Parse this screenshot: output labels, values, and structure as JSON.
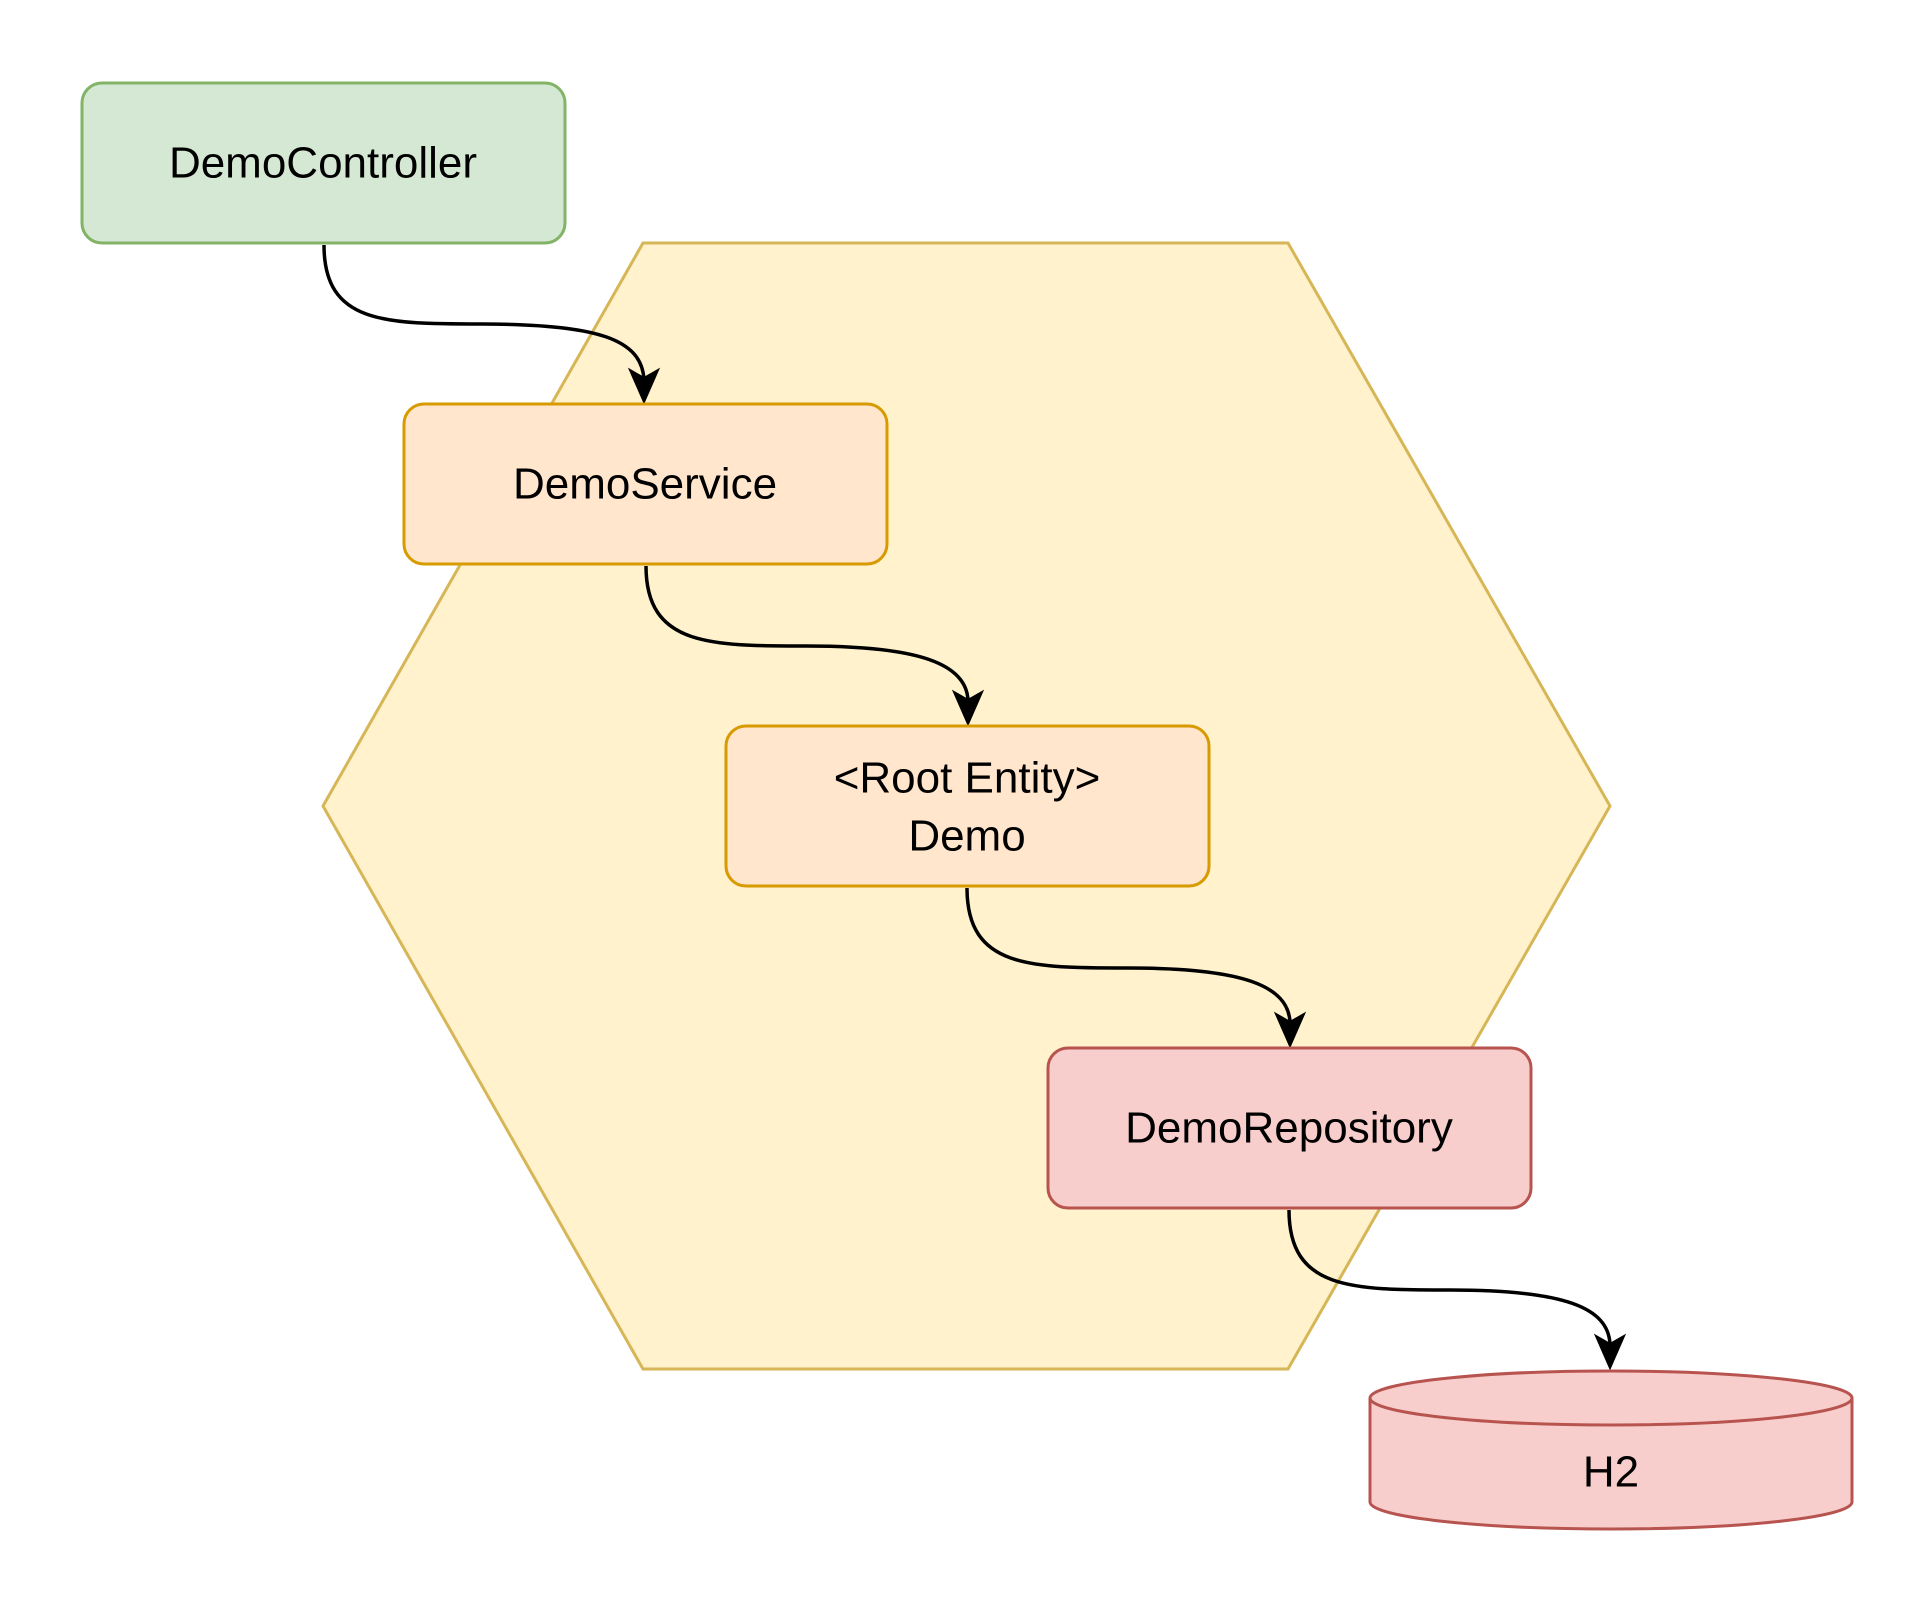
{
  "diagram": {
    "hexagon": {
      "fill": "#fff2cc",
      "stroke": "#d6b656"
    },
    "nodes": {
      "controller": {
        "label": "DemoController",
        "fill": "#d5e8d4",
        "stroke": "#82b366"
      },
      "service": {
        "label": "DemoService",
        "fill": "#ffe6cc",
        "stroke": "#d79b00"
      },
      "entity": {
        "label_line1": "<Root Entity>",
        "label_line2": "Demo",
        "fill": "#ffe6cc",
        "stroke": "#d79b00"
      },
      "repository": {
        "label": "DemoRepository",
        "fill": "#f8cecc",
        "stroke": "#b85450"
      },
      "database": {
        "label": "H2",
        "fill": "#f8cecc",
        "stroke": "#b85450"
      }
    },
    "edges": [
      {
        "from": "DemoController",
        "to": "DemoService"
      },
      {
        "from": "DemoService",
        "to": "<Root Entity> Demo"
      },
      {
        "from": "Demo",
        "to": "DemoRepository"
      },
      {
        "from": "DemoRepository",
        "to": "H2"
      }
    ]
  }
}
